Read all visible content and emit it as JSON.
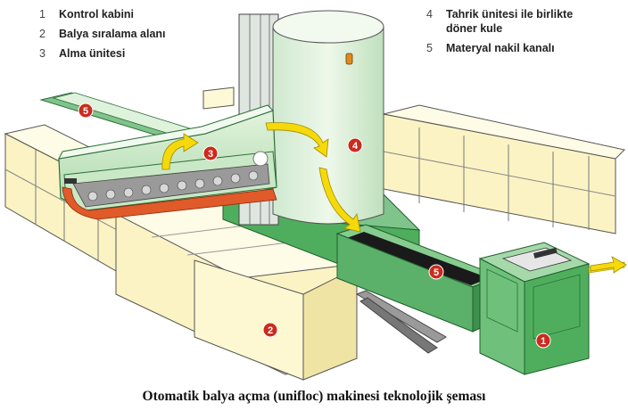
{
  "legend": [
    {
      "num": "1",
      "label": "Kontrol kabini"
    },
    {
      "num": "2",
      "label": "Balya sıralama alanı"
    },
    {
      "num": "3",
      "label": "Alma ünitesi"
    },
    {
      "num": "4",
      "label": "Tahrik ünitesi ile birlikte döner kule"
    },
    {
      "num": "5",
      "label": "Materyal nakil kanalı"
    }
  ],
  "markers": [
    "1",
    "2",
    "3",
    "4",
    "5",
    "5"
  ],
  "caption": "Otomatik balya açma (unifloc) makinesi teknolojik şeması",
  "colors": {
    "machine_green": "#8fce9a",
    "machine_dark_green": "#3f9a52",
    "bale": "#fdf8d6",
    "badge_red": "#cc2a1e",
    "arrow_yellow": "#f5d90a"
  }
}
